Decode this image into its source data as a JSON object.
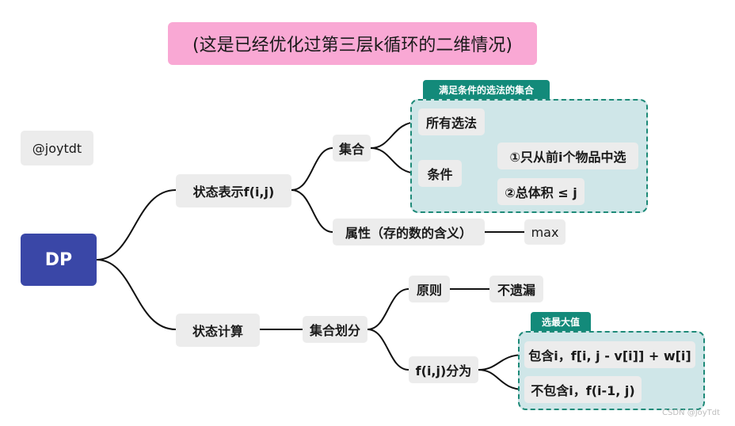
{
  "title": "(这是已经优化过第三层k循环的二维情况)",
  "author": "@joytdt",
  "root": "DP",
  "branches": {
    "state_repr": "状态表示f(i,j)",
    "set": "集合",
    "all_choices": "所有选法",
    "condition": "条件",
    "cond_1": "①只从前i个物品中选",
    "cond_2": "②总体积 ≤ j",
    "attribute": "属性（存的数的含义）",
    "max": "max",
    "state_calc": "状态计算",
    "set_partition": "集合划分",
    "principle": "原则",
    "no_omission": "不遗漏",
    "fij_split": "f(i,j)分为",
    "with_i": "包含i，f[i, j - v[i]] + w[i]",
    "without_i": "不包含i，f(i-1, j)"
  },
  "groups": {
    "set_label": "满足条件的选法的集合",
    "choose_label": "选最大值"
  },
  "watermark": "CSDN @JoyTdt",
  "colors": {
    "root": "#3a47a7",
    "title_bg": "#f9a8d4",
    "group_fill": "#cfe6e8",
    "group_border": "#1e8a78",
    "tag": "#138a7a"
  }
}
